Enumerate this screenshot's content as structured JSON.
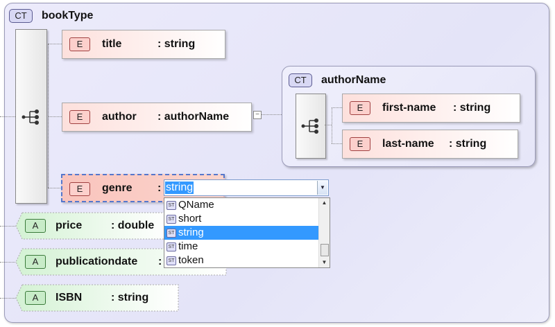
{
  "booktype": {
    "badge": "CT",
    "title": "bookType"
  },
  "elements": {
    "title": {
      "badge": "E",
      "name": "title",
      "type": ": string"
    },
    "author": {
      "badge": "E",
      "name": "author",
      "type": ": authorName"
    },
    "genre": {
      "badge": "E",
      "name": "genre",
      "type": ":"
    }
  },
  "authorname": {
    "badge": "CT",
    "title": "authorName",
    "first_name": {
      "badge": "E",
      "name": "first-name",
      "type": ": string"
    },
    "last_name": {
      "badge": "E",
      "name": "last-name",
      "type": ": string"
    }
  },
  "attributes": {
    "price": {
      "badge": "A",
      "name": "price",
      "type": ": double"
    },
    "publicationdate": {
      "badge": "A",
      "name": "publicationdate",
      "type": ":"
    },
    "isbn": {
      "badge": "A",
      "name": "ISBN",
      "type": ": string"
    }
  },
  "type_combo": {
    "value": "string"
  },
  "type_dropdown": {
    "icon_label": "ST",
    "options": [
      "QName",
      "short",
      "string",
      "time",
      "token"
    ],
    "selected": "string"
  },
  "collapse_symbol": "−"
}
